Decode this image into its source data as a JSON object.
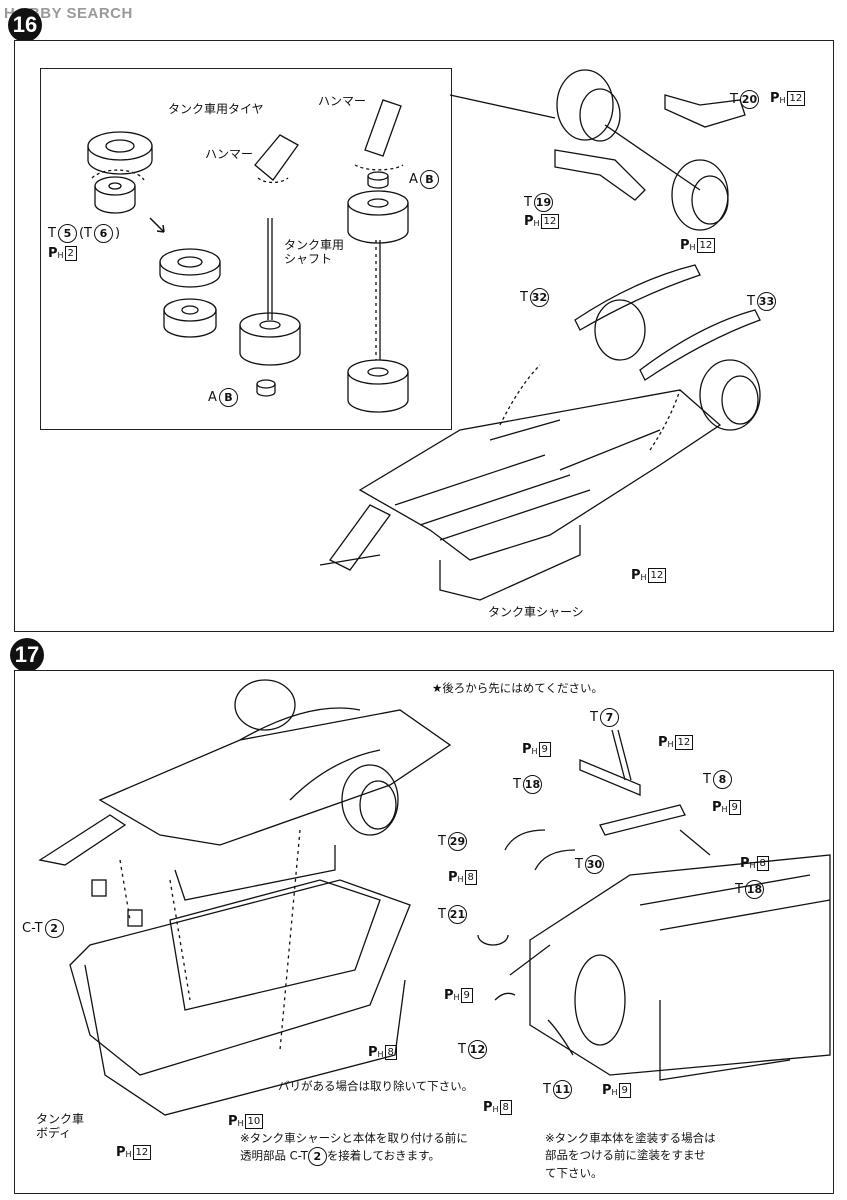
{
  "watermark": "H◎BBY SEARCH",
  "steps": {
    "step16": "16",
    "step17": "17"
  },
  "step16": {
    "tire_label": "タンク車用タイヤ",
    "hammer_label_1": "ハンマー",
    "hammer_label_2": "ハンマー",
    "shaft_label_line1": "タンク車用",
    "shaft_label_line2": "シャフト",
    "chassis_label": "タンク車シャーシ",
    "parts": {
      "t5": {
        "prefix": "T",
        "num": "5"
      },
      "t6": {
        "prefix": "(T",
        "num": "6",
        "suffix": ")"
      },
      "ab1": {
        "prefix": "A",
        "num": "B"
      },
      "ab2": {
        "prefix": "A",
        "num": "B"
      },
      "t19": {
        "prefix": "T",
        "num": "19"
      },
      "t20": {
        "prefix": "T",
        "num": "20"
      },
      "t32": {
        "prefix": "T",
        "num": "32"
      },
      "t33": {
        "prefix": "T",
        "num": "33"
      }
    },
    "ph": {
      "ph2": "2",
      "ph12a": "12",
      "ph12b": "12",
      "ph12c": "12",
      "ph12d": "12"
    }
  },
  "step17": {
    "note_top": "★後ろから先にはめてください。",
    "burr_note": "バリがある場合は取り除いて下さい。",
    "body_label_line1": "タンク車",
    "body_label_line2": "ボディ",
    "note_left_line1": "※タンク車シャーシと本体を取り付ける前に",
    "note_left_line2": "透明部品 C-T",
    "note_left_num": "2",
    "note_left_line2b": "を接着しておきます。",
    "note_right_line1": "※タンク車本体を塗装する場合は",
    "note_right_line2": "部品をつける前に塗装をすませ",
    "note_right_line3": "て下さい。",
    "parts": {
      "ct2": {
        "prefix": "C-T",
        "num": "2"
      },
      "t7": {
        "prefix": "T",
        "num": "7"
      },
      "t8": {
        "prefix": "T",
        "num": "8"
      },
      "t11": {
        "prefix": "T",
        "num": "11"
      },
      "t12": {
        "prefix": "T",
        "num": "12"
      },
      "t18a": {
        "prefix": "T",
        "num": "18"
      },
      "t18b": {
        "prefix": "T",
        "num": "18"
      },
      "t21": {
        "prefix": "T",
        "num": "21"
      },
      "t29": {
        "prefix": "T",
        "num": "29"
      },
      "t30": {
        "prefix": "T",
        "num": "30"
      }
    },
    "ph": {
      "ph8a": "8",
      "ph8b": "8",
      "ph8c": "8",
      "ph8d": "8",
      "ph9a": "9",
      "ph9b": "9",
      "ph9c": "9",
      "ph9d": "9",
      "ph10": "10",
      "ph12a": "12",
      "ph12b": "12"
    }
  }
}
